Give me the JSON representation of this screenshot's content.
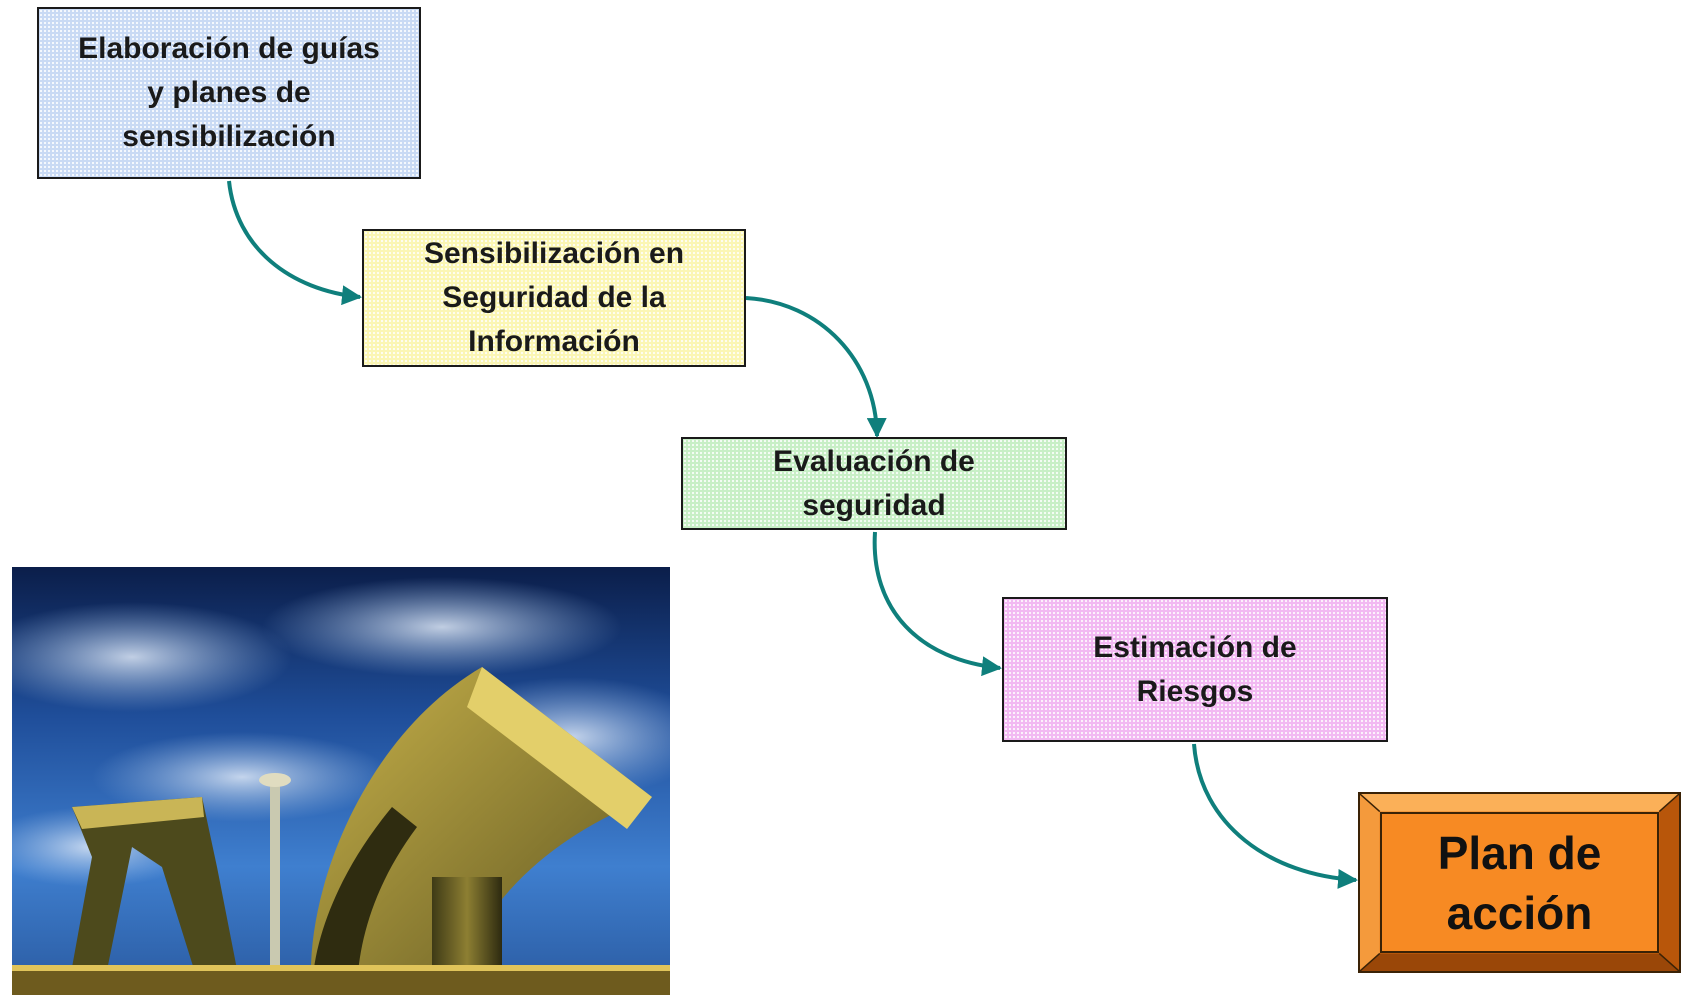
{
  "steps": [
    {
      "lines": [
        "Elaboración de guías",
        "y planes de",
        "sensibilización"
      ],
      "color": "#c9daf4"
    },
    {
      "lines": [
        "Sensibilización en",
        "Seguridad de la",
        "Información"
      ],
      "color": "#fbf6b4"
    },
    {
      "lines": [
        "Evaluación de",
        "seguridad"
      ],
      "color": "#c8efc6"
    },
    {
      "lines": [
        "Estimación de",
        "Riesgos"
      ],
      "color": "#f2b9f2"
    },
    {
      "lines": [
        "Plan de",
        "acción"
      ],
      "color": "#f78a23"
    }
  ],
  "connector_color": "#0f7f7c",
  "photo": {
    "subject": "highway-overpass-photo"
  }
}
